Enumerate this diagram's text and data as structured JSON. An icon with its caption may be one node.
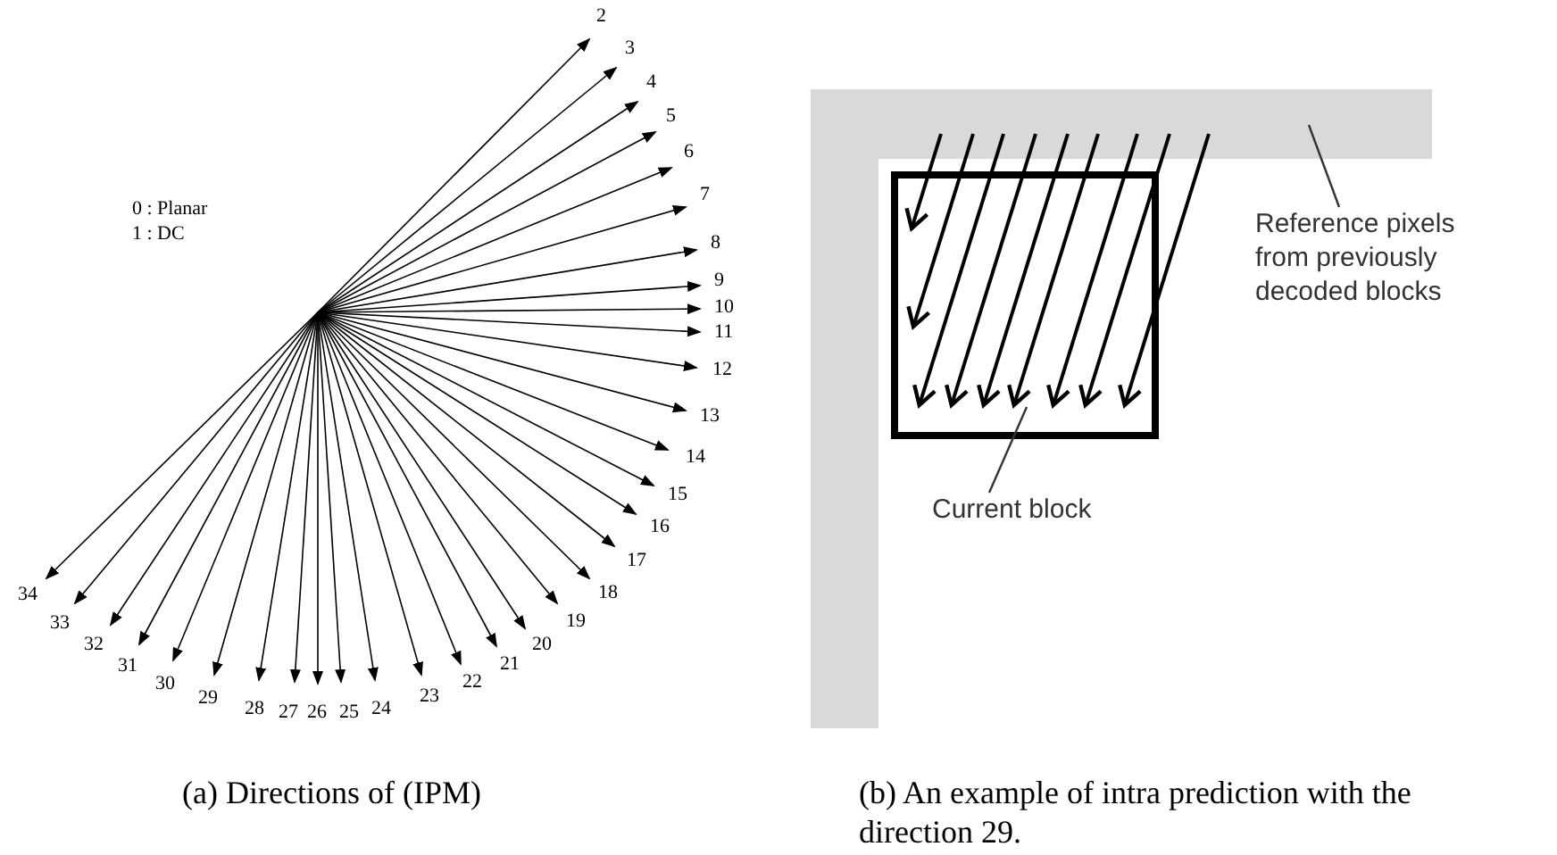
{
  "diagram": {
    "nodes": [
      {
        "text": [],
        "shape": "box"
      },
      {
        "text": [],
        "shape": "box"
      },
      {
        "text": [
          "Reference pixels from previously decoded blocks"
        ]
      },
      {
        "text": [
          "Current block"
        ]
      }
    ],
    "edges": [
      {
        "from": 2,
        "to": 0,
        "arrow": "none"
      },
      {
        "from": 3,
        "to": 1,
        "arrow": "none"
      },
      {
        "from": 0,
        "to": 1,
        "arrow": "to"
      },
      {
        "from": 0,
        "to": 1,
        "arrow": "to"
      },
      {
        "from": 0,
        "to": 1,
        "arrow": "to"
      },
      {
        "from": 0,
        "to": 1,
        "arrow": "to"
      },
      {
        "from": 0,
        "to": 1,
        "arrow": "to"
      },
      {
        "from": 0,
        "to": 1,
        "arrow": "to"
      },
      {
        "from": 0,
        "to": 1,
        "arrow": "to"
      },
      {
        "from": 0,
        "to": 1,
        "arrow": "to"
      },
      {
        "from": 0,
        "to": 1,
        "arrow": "to"
      }
    ],
    "labels": [
      "2",
      "3",
      "4",
      "5",
      "6",
      "7",
      "8",
      "9",
      "10",
      "11",
      "12",
      "13",
      "14",
      "15",
      "16",
      "17",
      "18",
      "19",
      "20",
      "21",
      "22",
      "23",
      "24",
      "25",
      "26",
      "27",
      "28",
      "29",
      "30",
      "31",
      "32",
      "33",
      "34",
      "0 : Planar",
      "1 : DC",
      "(a) Directions of (IPM)",
      "(b) An example of intra prediction with the direction 29."
    ]
  }
}
